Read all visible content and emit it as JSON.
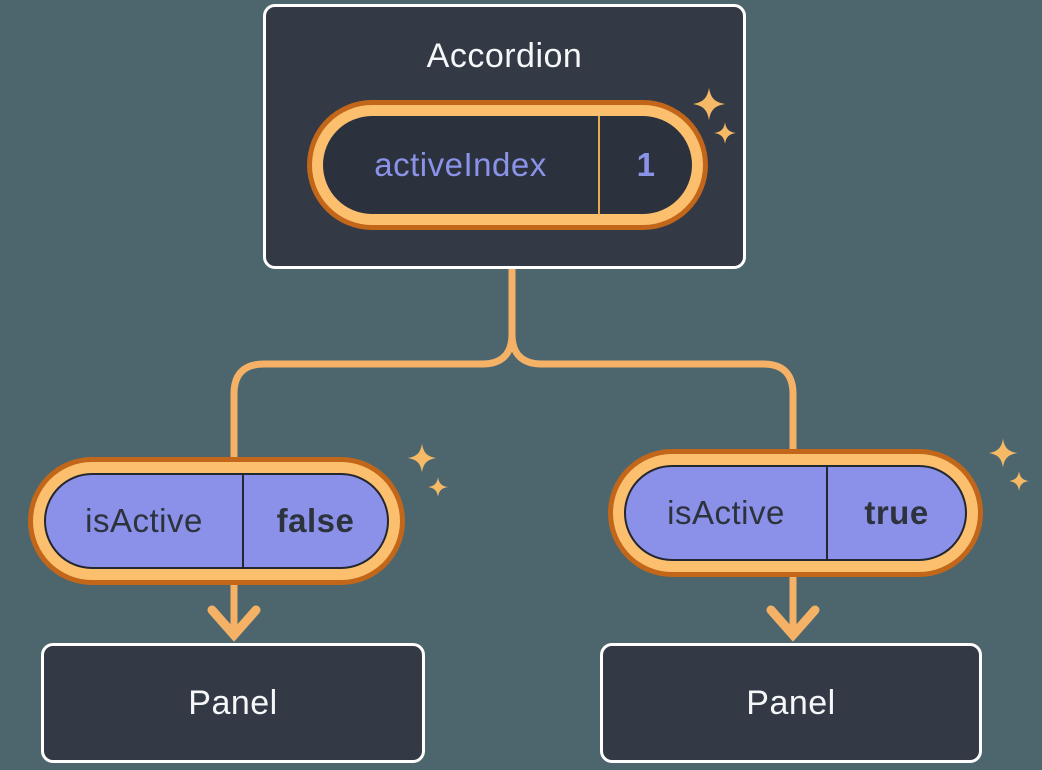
{
  "accordion": {
    "title": "Accordion",
    "state": {
      "label": "activeIndex",
      "value": "1"
    }
  },
  "panels": [
    {
      "state": {
        "label": "isActive",
        "value": "false"
      },
      "label": "Panel"
    },
    {
      "state": {
        "label": "isActive",
        "value": "true"
      },
      "label": "Panel"
    }
  ],
  "icons": {
    "sparkles": "sparkle-icon",
    "arrows": "arrow-down-icon"
  },
  "colors": {
    "background": "#4D666E",
    "node_fill": "#333A46",
    "node_border": "#FFFFFF",
    "node_text": "#F6F7F9",
    "pill_ring_outer": "#C2661A",
    "pill_ring_inner": "#FBBF6E",
    "pill_fill_dark": "#2C323D",
    "pill_fill_active": "#8B90E8",
    "pill_text_purple": "#8A93E8",
    "pill_text_dark": "#2D333C",
    "divider_orange": "#E9A94F",
    "divider_dark": "#23272F",
    "connector": "#F5B266",
    "sparkle": "#F6BA67"
  }
}
